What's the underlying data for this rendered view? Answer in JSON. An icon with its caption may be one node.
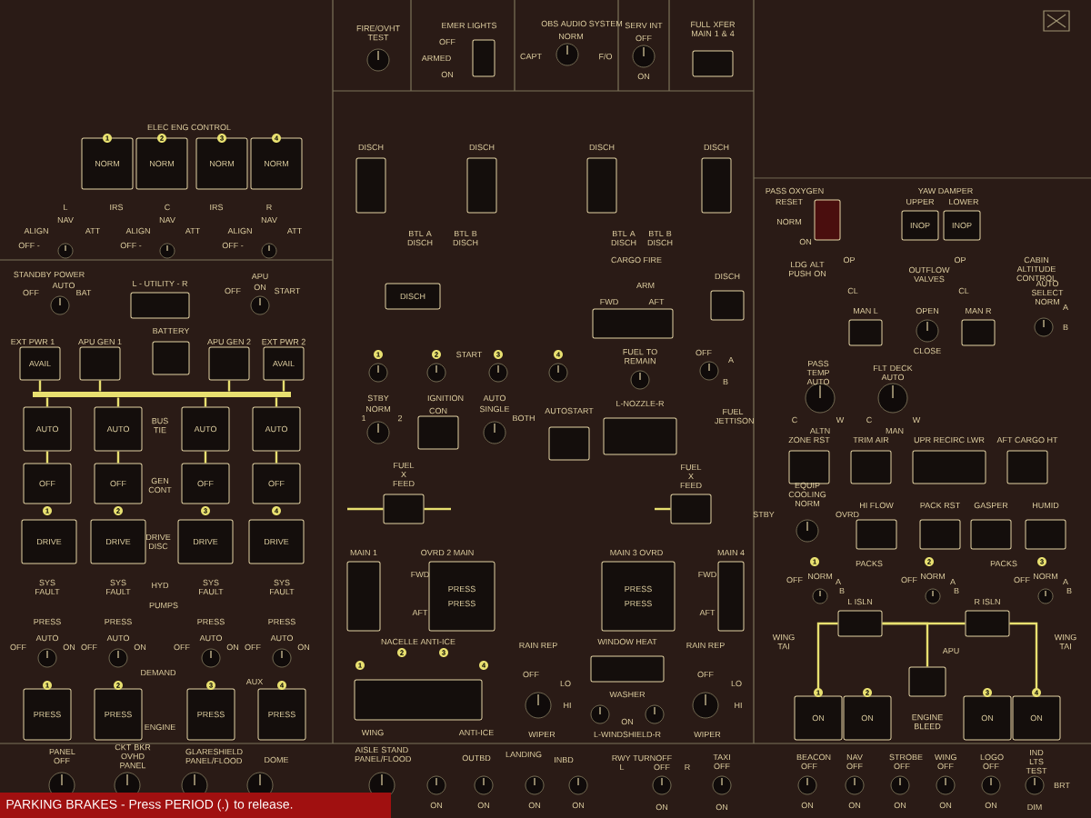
{
  "diagram": {
    "nodes": [
      {
        "text": [
          "NORM"
        ]
      },
      {
        "text": [
          "NORM"
        ]
      },
      {
        "text": [
          "NORM"
        ]
      },
      {
        "text": [
          "NORM"
        ]
      },
      {
        "text": [
          "AVAIL"
        ]
      },
      {
        "text": [
          "AVAIL"
        ]
      },
      {
        "text": [
          "AUTO"
        ]
      },
      {
        "text": [
          "AUTO"
        ]
      },
      {
        "text": [
          "AUTO"
        ]
      },
      {
        "text": [
          "AUTO"
        ]
      },
      {
        "text": [
          "OFF"
        ]
      },
      {
        "text": [
          "OFF"
        ]
      },
      {
        "text": [
          "OFF"
        ]
      },
      {
        "text": [
          "OFF"
        ]
      },
      {
        "text": [
          "DRIVE"
        ]
      },
      {
        "text": [
          "DRIVE"
        ]
      },
      {
        "text": [
          "DRIVE"
        ]
      },
      {
        "text": [
          "DRIVE"
        ]
      },
      {
        "text": [
          "PRESS"
        ]
      },
      {
        "text": [
          "PRESS"
        ]
      },
      {
        "text": [
          "PRESS"
        ]
      },
      {
        "text": [
          "PRESS"
        ]
      },
      {
        "text": [
          "PRESS",
          "PRESS"
        ]
      },
      {
        "text": [
          "PRESS",
          "PRESS"
        ]
      },
      {
        "text": [
          "ON"
        ]
      },
      {
        "text": [
          "ON"
        ]
      },
      {
        "text": [
          "ON"
        ]
      },
      {
        "text": [
          "ON"
        ]
      },
      {
        "text": [
          "INOP"
        ]
      },
      {
        "text": [
          "INOP"
        ]
      },
      {
        "text": [],
        "shape": "box"
      },
      {
        "text": [],
        "shape": "box"
      },
      {
        "text": [],
        "shape": "box"
      },
      {
        "text": [],
        "shape": "box"
      },
      {
        "text": [],
        "shape": "box"
      },
      {
        "text": [],
        "shape": "box"
      },
      {
        "text": [],
        "shape": "box"
      },
      {
        "text": [],
        "shape": "box"
      },
      {
        "text": [],
        "shape": "box"
      },
      {
        "text": [],
        "shape": "box"
      },
      {
        "text": [],
        "shape": "box"
      },
      {
        "text": [],
        "shape": "box"
      },
      {
        "text": [],
        "shape": "box"
      },
      {
        "text": [],
        "shape": "box"
      },
      {
        "text": [],
        "shape": "box"
      },
      {
        "text": [],
        "shape": "box"
      },
      {
        "text": [],
        "shape": "box"
      },
      {
        "text": [],
        "shape": "box"
      },
      {
        "text": [],
        "shape": "box"
      },
      {
        "text": [],
        "shape": "box"
      },
      {
        "text": [],
        "shape": "box"
      },
      {
        "text": [],
        "shape": "box"
      },
      {
        "text": [],
        "shape": "box"
      },
      {
        "text": [],
        "shape": "box"
      },
      {
        "text": [],
        "shape": "box"
      },
      {
        "text": [],
        "shape": "box"
      },
      {
        "text": [],
        "shape": "box"
      },
      {
        "text": [],
        "shape": "box"
      },
      {
        "text": [],
        "shape": "box"
      },
      {
        "text": [],
        "shape": "box"
      },
      {
        "text": [],
        "shape": "box"
      },
      {
        "text": [],
        "shape": "box"
      },
      {
        "text": [],
        "shape": "box"
      },
      {
        "text": [
          "DISCH"
        ]
      },
      {
        "text": [],
        "shape": "box"
      },
      {
        "text": [],
        "shape": "bar"
      },
      {
        "text": [],
        "shape": "box"
      }
    ],
    "edges": [
      {
        "from": 6,
        "to": 10,
        "arrow": "none"
      },
      {
        "from": 7,
        "to": 11,
        "arrow": "none"
      },
      {
        "from": 8,
        "to": 12,
        "arrow": "none"
      },
      {
        "from": 9,
        "to": 13,
        "arrow": "none"
      },
      {
        "from": 4,
        "to": 65,
        "arrow": "none"
      },
      {
        "from": 31,
        "to": 65,
        "arrow": "none"
      },
      {
        "from": 32,
        "to": 65,
        "arrow": "none"
      },
      {
        "from": 5,
        "to": 65,
        "arrow": "none"
      },
      {
        "from": 65,
        "to": 6,
        "arrow": "none"
      },
      {
        "from": 65,
        "to": 7,
        "arrow": "none"
      },
      {
        "from": 65,
        "to": 8,
        "arrow": "none"
      },
      {
        "from": 65,
        "to": 9,
        "arrow": "none"
      },
      {
        "from": 56,
        "to": 24,
        "arrow": "none"
      },
      {
        "from": 56,
        "to": 57,
        "arrow": "none"
      },
      {
        "from": 57,
        "to": 27,
        "arrow": "none"
      },
      {
        "from": 58,
        "to": 56,
        "arrow": "none"
      },
      {
        "from": 50,
        "to": null,
        "arrow": "none"
      },
      {
        "from": 50,
        "to": null,
        "arrow": "none"
      },
      {
        "from": 51,
        "to": null,
        "arrow": "none"
      }
    ],
    "labels": [
      "FIRE/OVHT TEST",
      "EMER LIGHTS",
      "OFF",
      "ARMED",
      "ON",
      "OBS AUDIO SYSTEM",
      "NORM",
      "CAPT",
      "F/O",
      "SERV INT",
      "OFF",
      "ON",
      "FULL XFER MAIN 1 & 4",
      "ELEC ENG CONTROL",
      "1",
      "2",
      "3",
      "4",
      "L",
      "NAV",
      "ALIGN",
      "ATT",
      "OFF -",
      "IRS",
      "C",
      "NAV",
      "ALIGN",
      "ATT",
      "OFF -",
      "IRS",
      "R",
      "NAV",
      "ALIGN",
      "ATT",
      "OFF -",
      "DISCH",
      "DISCH",
      "DISCH",
      "DISCH",
      "BTL A DISCH",
      "BTL B DISCH",
      "BTL A DISCH",
      "BTL B DISCH",
      "CARGO FIRE",
      "ARM",
      "FWD",
      "AFT",
      "DISCH",
      "PASS OXYGEN",
      "RESET",
      "NORM",
      "ON",
      "YAW DAMPER",
      "UPPER",
      "LOWER",
      "LDG ALT PUSH ON",
      "OP",
      "OUTFLOW VALVES",
      "OP",
      "CL",
      "CL",
      "CABIN ALTITUDE CONTROL",
      "MAN L",
      "OPEN",
      "MAN R",
      "CLOSE",
      "AUTO SELECT NORM",
      "A",
      "B",
      "STANDBY POWER",
      "AUTO",
      "OFF",
      "BAT",
      "L - UTILITY - R",
      "APU",
      "ON",
      "OFF",
      "START",
      "BATTERY",
      "EXT PWR 1",
      "APU GEN 1",
      "APU GEN 2",
      "EXT PWR 2",
      "BUS TIE",
      "GEN CONT",
      "DRIVE DISC",
      "HYD",
      "1",
      "2",
      "3",
      "4",
      "SYS FAULT",
      "SYS FAULT",
      "SYS FAULT",
      "SYS FAULT",
      "PUMPS",
      "PRESS",
      "PRESS",
      "PRESS",
      "PRESS",
      "AUTO",
      "OFF",
      "ON",
      "AUTO",
      "OFF",
      "ON",
      "AUTO",
      "OFF",
      "ON",
      "AUTO",
      "OFF",
      "ON",
      "DEMAND",
      "AUX",
      "1",
      "2",
      "3",
      "4",
      "ENGINE",
      "1",
      "2",
      "START",
      "3",
      "4",
      "STBY",
      "IGNITION",
      "AUTO",
      "NORM",
      "CON",
      "SINGLE",
      "1",
      "2",
      "BOTH",
      "AUTOSTART",
      "FUEL TO REMAIN",
      "OFF",
      "A",
      "B",
      "L-NOZZLE-R",
      "FUEL JETTISON",
      "PASS TEMP AUTO",
      "FLT DECK AUTO",
      "C",
      "W",
      "ALTN",
      "C",
      "W",
      "MAN",
      "ZONE RST",
      "TRIM AIR",
      "UPR RECIRC LWR",
      "AFT CARGO HT",
      "EQUIP COOLING NORM",
      "STBY",
      "OVRD",
      "HI FLOW",
      "PACK RST",
      "GASPER",
      "HUMID",
      "FUEL X FEED",
      "FUEL X FEED",
      "MAIN 1",
      "OVRD 2 MAIN",
      "MAIN 3 OVRD",
      "MAIN 4",
      "FWD",
      "AFT",
      "FWD",
      "AFT",
      "NACELLE ANTI-ICE",
      "1",
      "2",
      "3",
      "4",
      "WING",
      "ANTI-ICE",
      "RAIN REP",
      "WINDOW HEAT",
      "RAIN REP",
      "OFF",
      "LO",
      "HI",
      "WIPER",
      "OFF",
      "LO",
      "HI",
      "WIPER",
      "WASHER",
      "ON",
      "L-WINDSHIELD-R",
      "1",
      "PACKS",
      "2",
      "PACKS",
      "3",
      "OFF",
      "NORM",
      "A",
      "B",
      "OFF",
      "NORM",
      "A",
      "B",
      "OFF",
      "NORM",
      "A",
      "B",
      "L ISLN",
      "R ISLN",
      "WING TAI",
      "WING TAI",
      "APU",
      "1",
      "2",
      "3",
      "4",
      "ENGINE BLEED",
      "PANEL OFF",
      "CKT BKR OVHD PANEL",
      "GLARESHIELD PANEL/FLOOD",
      "DOME",
      "AISLE STAND PANEL/FLOOD",
      "OUTBD",
      "LANDING",
      "INBD",
      "ON",
      "ON",
      "ON",
      "ON",
      "RWY TURNOFF",
      "L",
      "OFF",
      "R",
      "ON",
      "TAXI OFF",
      "ON",
      "BEACON OFF",
      "NAV OFF",
      "STROBE OFF",
      "WING OFF",
      "LOGO OFF",
      "IND LTS TEST",
      "BRT",
      "DIM",
      "ON",
      "ON",
      "ON",
      "ON",
      "ON",
      "PARKING BRAKES - Press PERIOD (.) to release."
    ]
  }
}
